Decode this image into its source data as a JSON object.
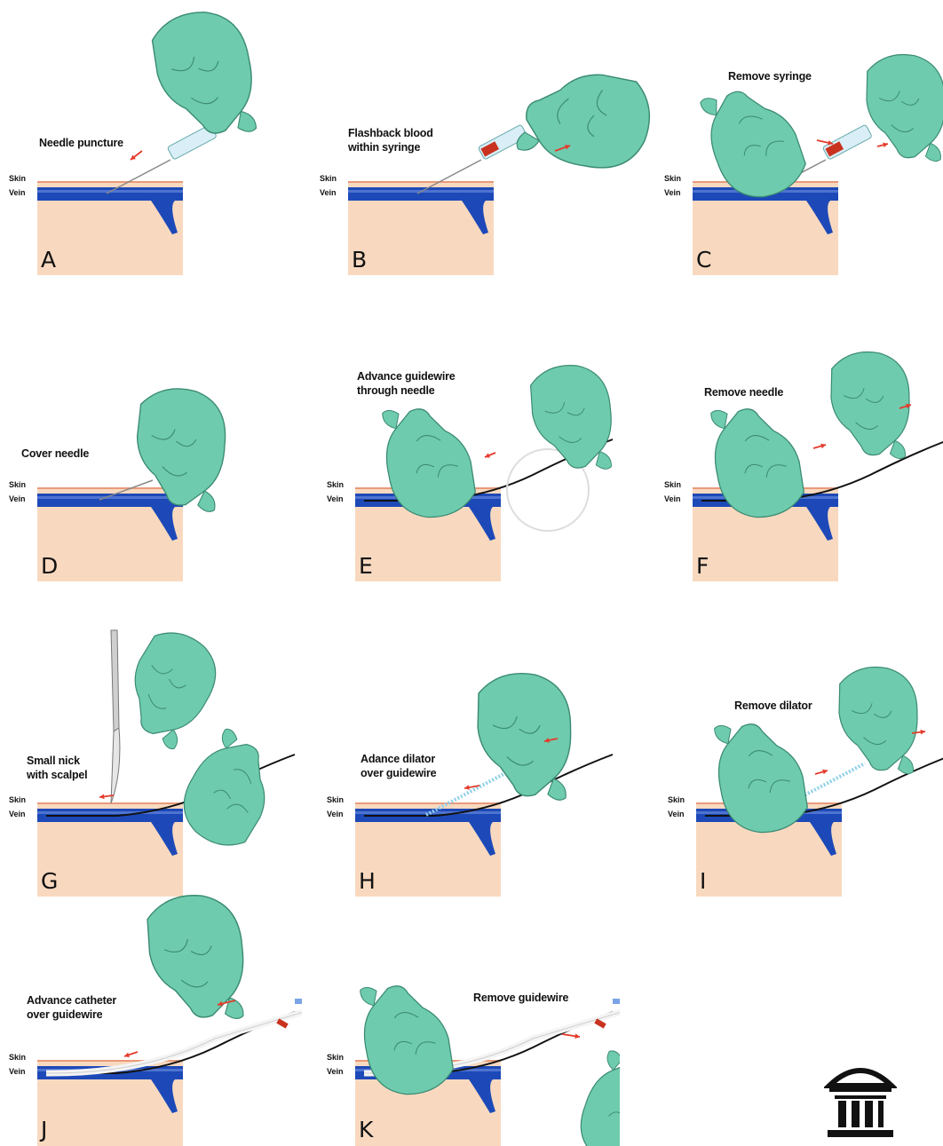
{
  "labels": {
    "skin": "Skin",
    "vein": "Vein"
  },
  "colors": {
    "tissue": "#f8d9bf",
    "skin_line": "#e89a7a",
    "vein": "#1d49b8",
    "glove": "#6fcbad",
    "glove_line": "#3a8a73",
    "arrow": "#e53b2c",
    "flashback": "#c8321f"
  },
  "steps": [
    {
      "letter": "A",
      "caption": "Needle puncture"
    },
    {
      "letter": "B",
      "caption": "Flashback blood\nwithin syringe"
    },
    {
      "letter": "C",
      "caption": "Remove syringe"
    },
    {
      "letter": "D",
      "caption": "Cover needle"
    },
    {
      "letter": "E",
      "caption": "Advance guidewire\nthrough needle"
    },
    {
      "letter": "F",
      "caption": "Remove needle"
    },
    {
      "letter": "G",
      "caption": "Small nick\nwith scalpel"
    },
    {
      "letter": "H",
      "caption": "Adance dilator\nover guidewire"
    },
    {
      "letter": "I",
      "caption": "Remove dilator"
    },
    {
      "letter": "J",
      "caption": "Advance catheter\nover guidewire"
    },
    {
      "letter": "K",
      "caption": "Remove guidewire"
    }
  ],
  "logo": {
    "name": "university-building-icon"
  }
}
